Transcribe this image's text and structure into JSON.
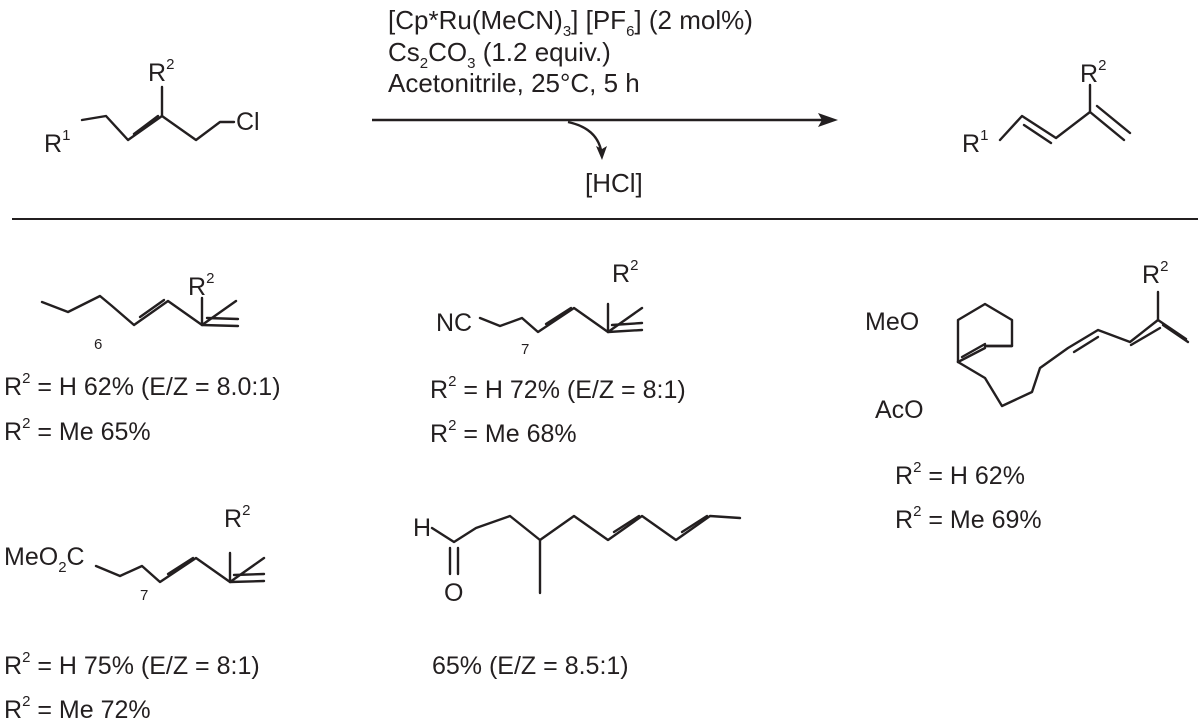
{
  "reaction": {
    "conditions": {
      "line1": {
        "a": "[Cp*Ru(MeCN)",
        "a_sub": "3",
        "b": "] [PF",
        "b_sub": "6",
        "c": "] (2 mol%)"
      },
      "line2": {
        "a": "Cs",
        "a_sub": "2",
        "b": "CO",
        "b_sub": "3",
        "c": " (1.2 equiv.)"
      },
      "line3": "Acetonitrile, 25°C, 5 h"
    },
    "byproduct": "[HCl]",
    "reactant": {
      "r1": "R",
      "r1_sup": "1",
      "r2": "R",
      "r2_sup": "2",
      "cl": "Cl"
    },
    "product": {
      "r1": "R",
      "r1_sup": "1",
      "r2": "R",
      "r2_sup": "2"
    }
  },
  "products": [
    {
      "labels": {
        "r2": "R",
        "r2_sup": "2",
        "count": "6"
      },
      "yields": [
        {
          "r": "R",
          "sup": "2",
          "text": " = H 62% (E/Z = 8.0:1)"
        },
        {
          "r": "R",
          "sup": "2",
          "text": " = Me 65%"
        }
      ]
    },
    {
      "labels": {
        "nc": "NC",
        "r2": "R",
        "r2_sup": "2",
        "count": "7"
      },
      "yields": [
        {
          "r": "R",
          "sup": "2",
          "text": " = H 72% (E/Z = 8:1)"
        },
        {
          "r": "R",
          "sup": "2",
          "text": " = Me 68%"
        }
      ]
    },
    {
      "labels": {
        "meo": "MeO",
        "aco": "AcO",
        "r2": "R",
        "r2_sup": "2"
      },
      "yields": [
        {
          "r": "R",
          "sup": "2",
          "text": " = H 62%"
        },
        {
          "r": "R",
          "sup": "2",
          "text": " = Me 69%"
        }
      ]
    },
    {
      "labels": {
        "ester_a": "MeO",
        "ester_sub": "2",
        "ester_b": "C",
        "r2": "R",
        "r2_sup": "2",
        "count": "7"
      },
      "yields": [
        {
          "r": "R",
          "sup": "2",
          "text": " = H 75% (E/Z = 8:1)"
        },
        {
          "r": "R",
          "sup": "2",
          "text": " = Me 72%"
        }
      ]
    },
    {
      "labels": {
        "h": "H",
        "o": "O"
      },
      "yields": [
        {
          "text": "65% (E/Z = 8.5:1)"
        }
      ]
    }
  ],
  "colors": {
    "ink": "#231f20",
    "background": "#ffffff"
  }
}
